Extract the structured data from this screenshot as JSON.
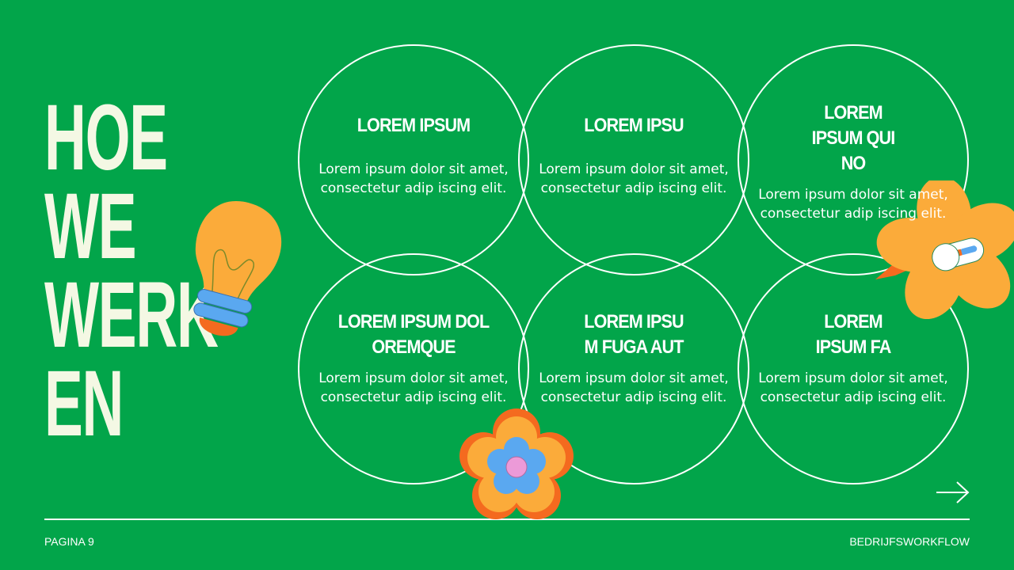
{
  "title": "HOE\nWE\nWERK\nEN",
  "cards": [
    {
      "heading": "LOREM IPSUM",
      "body": "Lorem ipsum dolor sit amet, consectetur adip iscing elit."
    },
    {
      "heading": "LOREM IPSU",
      "body": "Lorem ipsum dolor sit amet, consectetur adip iscing elit."
    },
    {
      "heading": "LOREM IPSUM QUI NO",
      "body": "Lorem ipsum dolor sit amet, consectetur adip iscing elit."
    },
    {
      "heading": "LOREM IPSUM DOL OREMQUE",
      "body": "Lorem ipsum dolor sit amet, consectetur adip iscing elit."
    },
    {
      "heading": "LOREM IPSU M FUGA AUT",
      "body": "Lorem ipsum dolor sit amet, consectetur adip iscing elit."
    },
    {
      "heading": "LOREM IPSUM FA",
      "body": "Lorem ipsum dolor sit amet, consectetur adip iscing elit."
    }
  ],
  "footer": {
    "page": "PAGINA 9",
    "section": "BEDRIJFSWORKFLOW"
  },
  "icons": {
    "next": "arrow-right-icon"
  },
  "colors": {
    "background": "#02a54a",
    "title": "#f4f8e4",
    "orange": "#fbab3a",
    "blue": "#5aa8f0"
  }
}
